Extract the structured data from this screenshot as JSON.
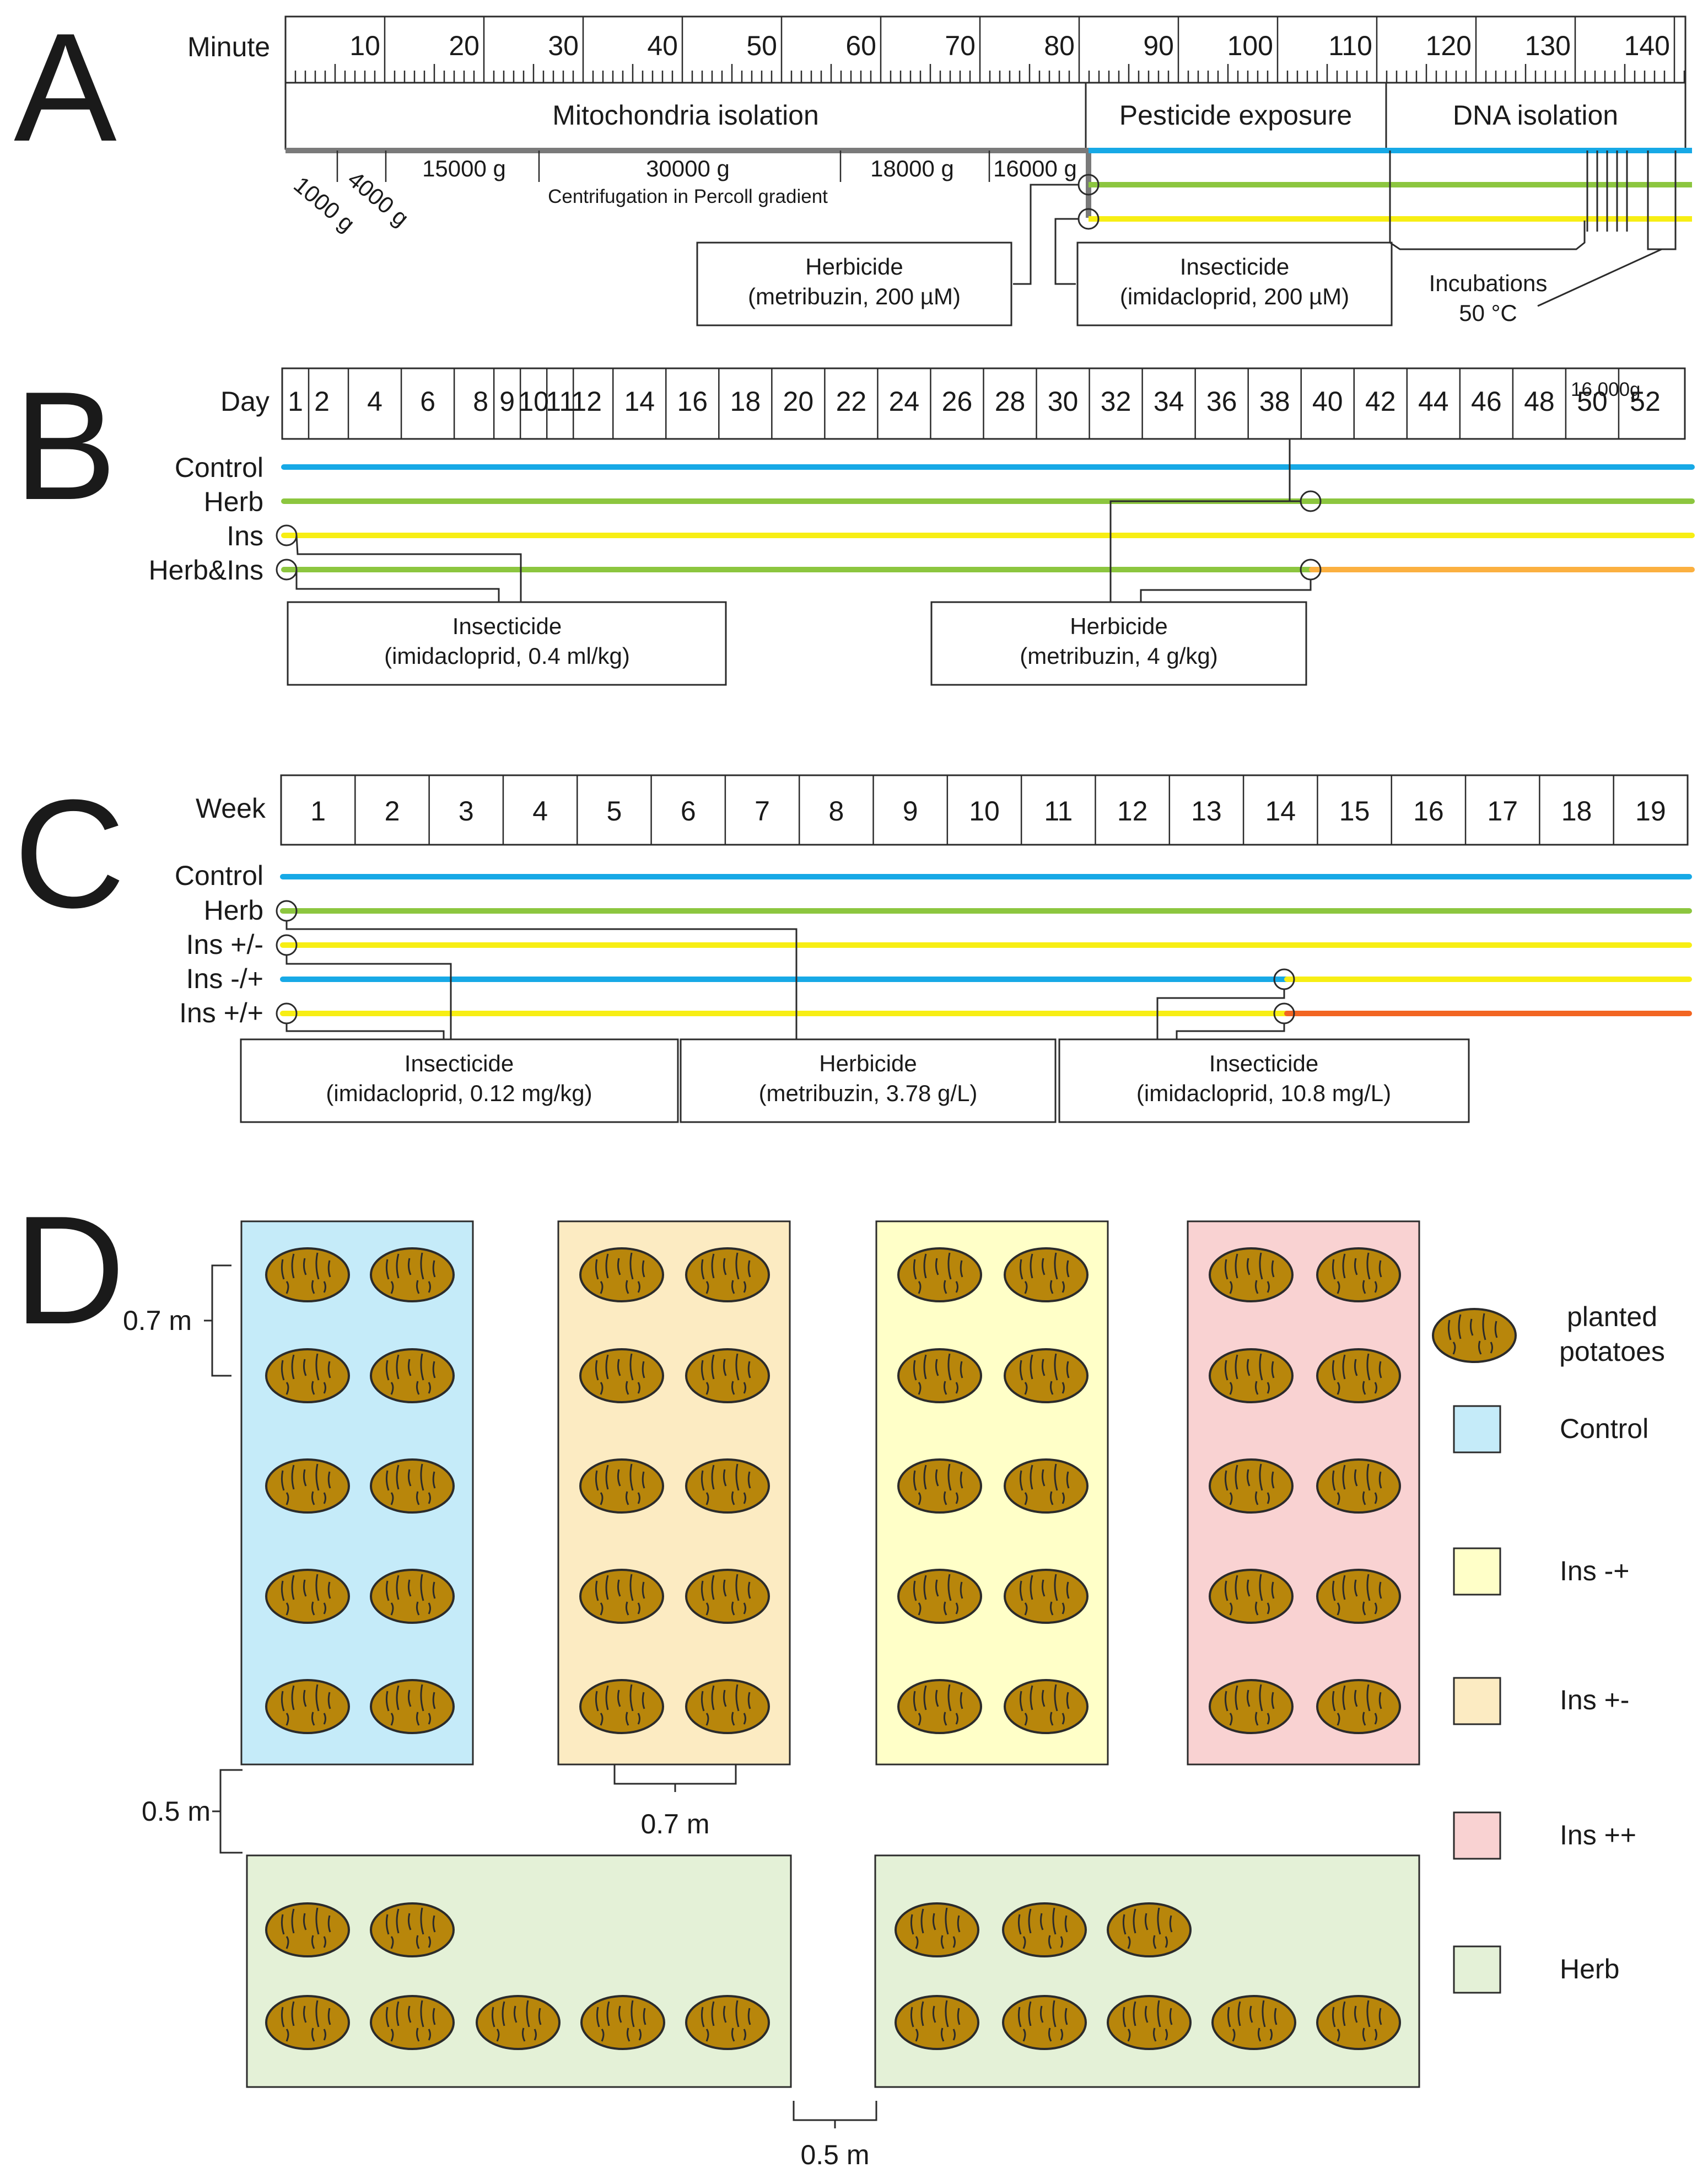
{
  "panels": {
    "a": "A",
    "b": "B",
    "c": "C",
    "d": "D"
  },
  "colors": {
    "control": "#17a9e6",
    "herbicide": "#8cc63f",
    "insecticide": "#f7ee14",
    "combined": "#fbb040",
    "ins_plus_plus": "#f26522",
    "plot_control": "#c5ebf9",
    "plot_ins_minus_plus": "#ffffc8",
    "plot_ins_plus_minus": "#fcebc2",
    "plot_ins_plus_plus": "#f9d2d2",
    "plot_herb": "#e4f1d7",
    "potato": "#b8860b"
  },
  "panelA": {
    "axis_label": "Minute",
    "ticks": [
      "10",
      "20",
      "30",
      "40",
      "50",
      "60",
      "70",
      "80",
      "90",
      "100",
      "110",
      "120",
      "130",
      "140"
    ],
    "phases": [
      "Mitochondria isolation",
      "Pesticide exposure",
      "DNA isolation"
    ],
    "centrifugation": [
      "1000 g",
      "4000 g",
      "15000 g",
      "30000 g",
      "18000 g",
      "16000 g"
    ],
    "percoll_note": "Centrifugation in Percoll gradient",
    "herbicide_box": {
      "title": "Herbicide",
      "detail": "(metribuzin, 200 µM)"
    },
    "insecticide_box": {
      "title": "Insecticide",
      "detail": "(imidacloprid, 200 µM)"
    },
    "incubations": {
      "title": "Incubations",
      "detail": "50 °C"
    }
  },
  "panelB": {
    "axis_label": "Day",
    "ticks": [
      "1",
      "2",
      "4",
      "6",
      "8",
      "9",
      "10",
      "11",
      "12",
      "14",
      "16",
      "18",
      "20",
      "22",
      "24",
      "26",
      "28",
      "30",
      "32",
      "34",
      "36",
      "38",
      "40",
      "42",
      "44",
      "46",
      "48",
      "50",
      "52"
    ],
    "overlap_note": "16,000g",
    "groups": [
      "Control",
      "Herb",
      "Ins",
      "Herb&Ins"
    ],
    "insecticide_box": {
      "title": "Insecticide",
      "detail": "(imidacloprid, 0.4 ml/kg)"
    },
    "herbicide_box": {
      "title": "Herbicide",
      "detail": "(metribuzin, 4 g/kg)"
    }
  },
  "panelC": {
    "axis_label": "Week",
    "ticks": [
      "1",
      "2",
      "3",
      "4",
      "5",
      "6",
      "7",
      "8",
      "9",
      "10",
      "11",
      "12",
      "13",
      "14",
      "15",
      "16",
      "17",
      "18",
      "19"
    ],
    "groups": [
      "Control",
      "Herb",
      "Ins +/-",
      "Ins -/+",
      "Ins +/+"
    ],
    "insecticide_box_1": {
      "title": "Insecticide",
      "detail": "(imidacloprid, 0.12 mg/kg)"
    },
    "herbicide_box": {
      "title": "Herbicide",
      "detail": "(metribuzin, 3.78 g/L)"
    },
    "insecticide_box_2": {
      "title": "Insecticide",
      "detail": "(imidacloprid, 10.8 mg/L)"
    }
  },
  "panelD": {
    "dim_row": "0.7 m",
    "dim_gap": "0.5 m",
    "dim_col": "0.7 m",
    "dim_bottom_gap": "0.5 m",
    "legend": {
      "potato_line1": "planted",
      "potato_line2": "potatoes",
      "control": "Control",
      "ins_minus_plus": "Ins -+",
      "ins_plus_minus": "Ins +-",
      "ins_plus_plus": "Ins ++",
      "herb": "Herb"
    }
  }
}
